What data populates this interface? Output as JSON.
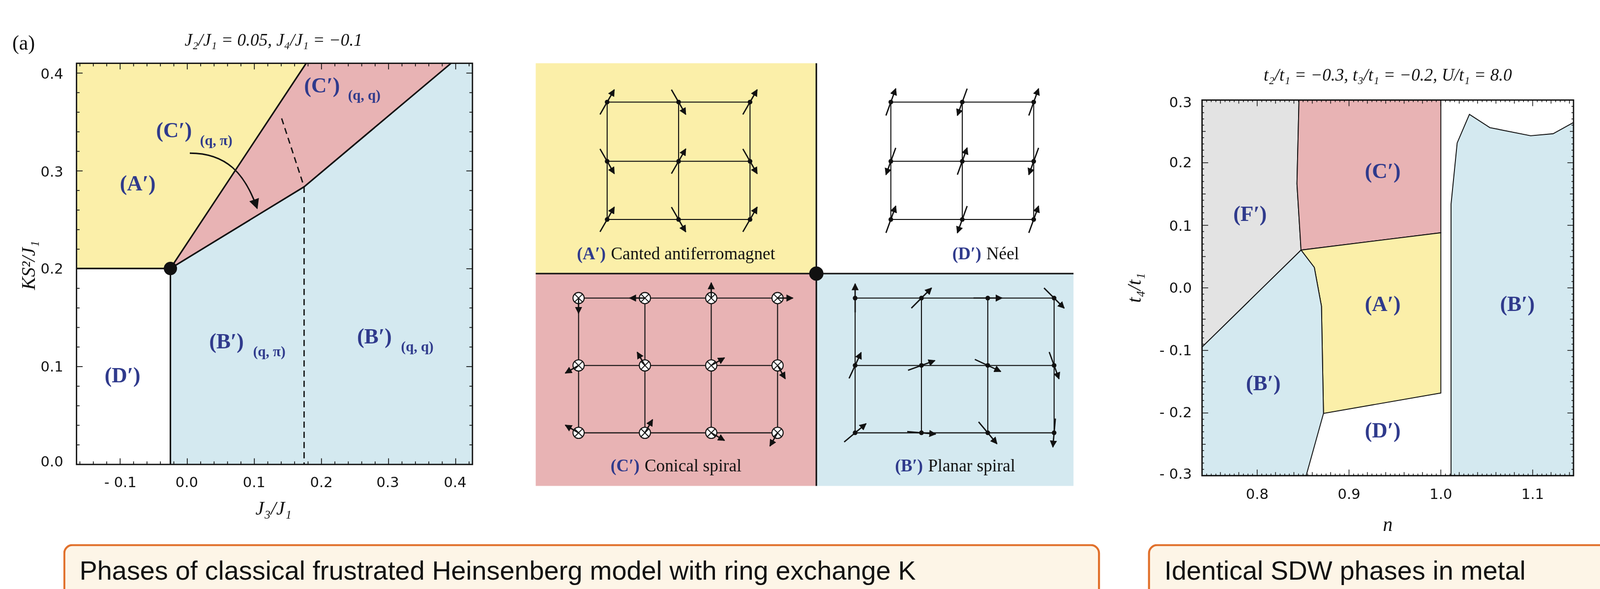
{
  "diagram": {
    "nodes": [
      {
        "text": [
          "(A′)",
          "Canted antiferromagnet"
        ]
      },
      {
        "text": [
          "(D′)",
          "Néel"
        ]
      },
      {
        "text": [
          "(C′)",
          "Conical spiral"
        ]
      },
      {
        "text": [
          "(B′)",
          "Planar spiral"
        ]
      },
      {
        "text": [
          "Phases of classical frustrated Heinsenberg model with ring exchange K"
        ]
      },
      {
        "text": [
          "Identical SDW phases in metal"
        ]
      }
    ],
    "labels": [
      "(a)",
      "J₂/J₁ = 0.05, J₄/J₁ = −0.1",
      "0.4",
      "0.3",
      "0.2",
      "0.1",
      "0.0",
      "- 0.1",
      "0.0",
      "0.1",
      "0.2",
      "0.3",
      "0.4",
      "KS²/J₁",
      "J₃/J₁",
      "(A′)",
      "(C′)",
      "(q, π)",
      "(C′)",
      "(q, q)",
      "(D′)",
      "(B′)",
      "(q, π)",
      "(B′)",
      "(q, q)",
      "t₂/t₁ = −0.3, t₃/t₁ = −0.2, U/t₁ = 8.0",
      "0.3",
      "0.2",
      "0.1",
      "0.0",
      "- 0.1",
      "- 0.2",
      "- 0.3",
      "0.8",
      "0.9",
      "1.0",
      "1.1",
      "t₄/t₁",
      "n",
      "(F′)",
      "(C′)",
      "(A′)",
      "(B′)",
      "(D′)",
      "(B′)"
    ]
  }
}
